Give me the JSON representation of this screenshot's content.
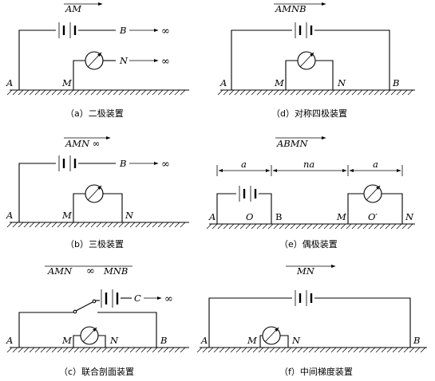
{
  "panels": {
    "a": {
      "title": "AM",
      "caption": "（a）二极装置",
      "A": "A",
      "M": "M",
      "B": "B",
      "N": "N",
      "inf1": "∞",
      "inf2": "∞"
    },
    "b": {
      "title": "AMN ∞",
      "caption": "（b）三极装置",
      "A": "A",
      "M": "M",
      "N": "N",
      "B": "B",
      "inf": "∞"
    },
    "c": {
      "title_left": "AMN",
      "title_inf": "∞",
      "title_right": "MNB",
      "caption": "（c）联合剖面装置",
      "A": "A",
      "M": "M",
      "N": "N",
      "B": "B",
      "C": "C",
      "inf": "∞"
    },
    "d": {
      "title": "AMNB",
      "caption": "（d）对称四极装置",
      "A": "A",
      "M": "M",
      "N": "N",
      "B": "B"
    },
    "e": {
      "title": "ABMN",
      "caption": "（e）偶极装置",
      "dim1": "a",
      "dim2": "na",
      "dim3": "a",
      "A": "A",
      "O": "O",
      "B": "B",
      "M": "M",
      "O2": "O′",
      "N": "N"
    },
    "f": {
      "title": "MN",
      "caption": "（f）中间梯度装置",
      "A": "A",
      "M": "M",
      "N": "N",
      "B": "B"
    }
  }
}
